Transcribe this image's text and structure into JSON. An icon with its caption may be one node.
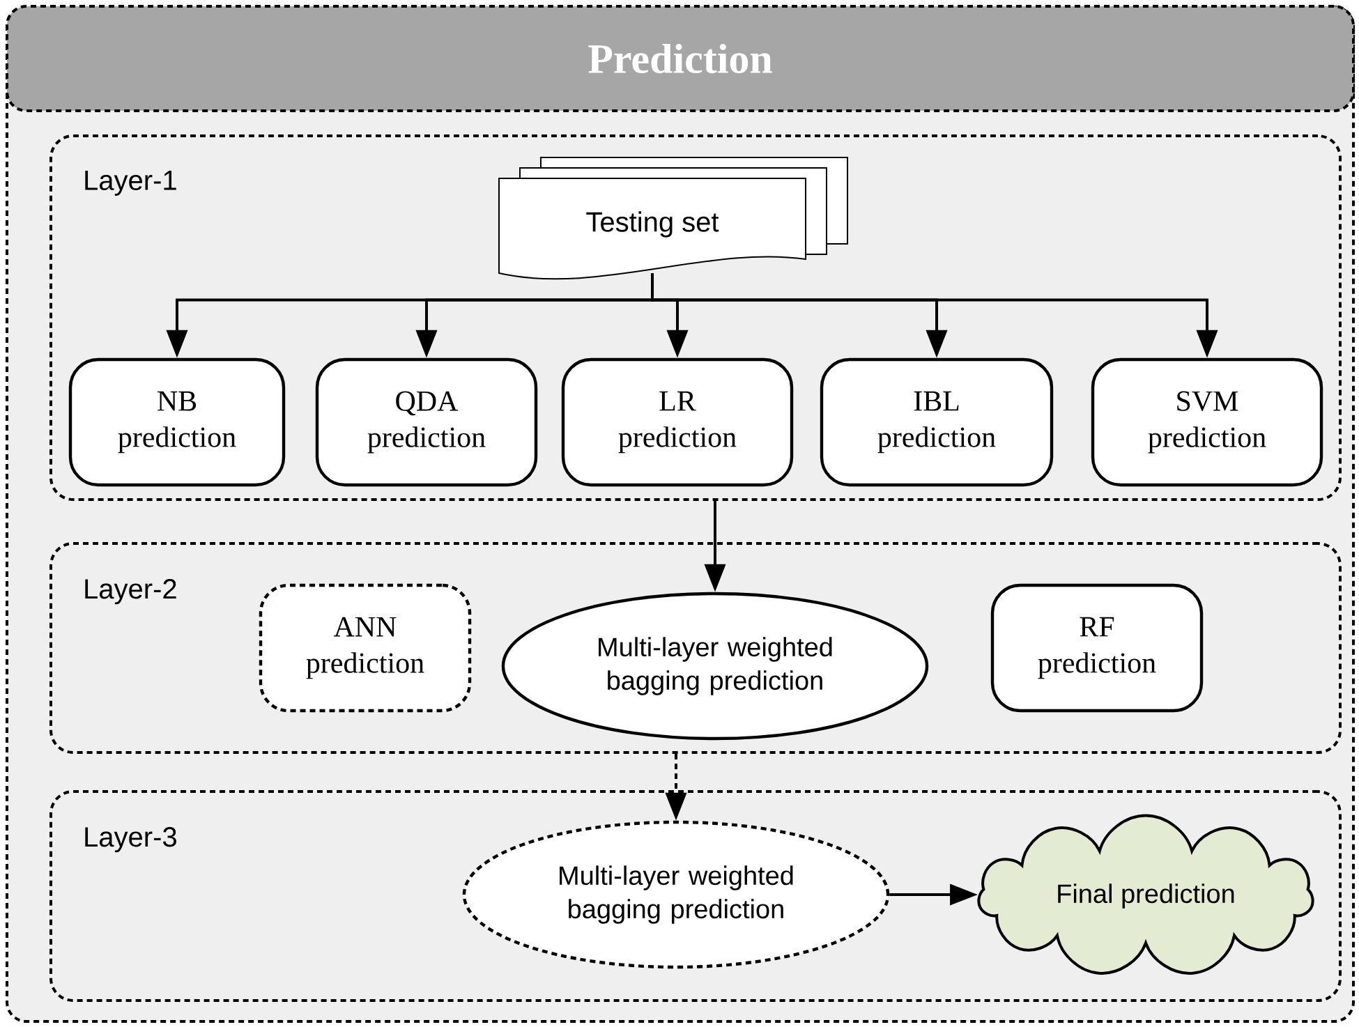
{
  "diagram": {
    "nodes": [
      {
        "text": [
          "Prediction"
        ]
      },
      {
        "text": [
          "Layer-1"
        ],
        "in": 0
      },
      {
        "text": [
          "Testing set"
        ],
        "in": 1
      },
      {
        "text": [
          "NB prediction"
        ],
        "in": 1
      },
      {
        "text": [
          "QDA prediction"
        ],
        "in": 1
      },
      {
        "text": [
          "LR prediction"
        ],
        "in": 1
      },
      {
        "text": [
          "IBL prediction"
        ],
        "in": 1
      },
      {
        "text": [
          "SVM prediction"
        ],
        "in": 1
      },
      {
        "text": [
          "Layer-2"
        ],
        "in": 0
      },
      {
        "text": [
          "ANN prediction"
        ],
        "in": 8
      },
      {
        "text": [
          "Multi-layer weighted bagging prediction"
        ],
        "in": 8
      },
      {
        "text": [
          "RF prediction"
        ],
        "in": 8
      },
      {
        "text": [
          "Layer-3"
        ],
        "in": 0
      },
      {
        "text": [
          "Multi-layer weighted bagging prediction"
        ],
        "in": 12
      },
      {
        "text": [
          "Final prediction"
        ],
        "in": 12
      }
    ],
    "edges": [
      {
        "from": 2,
        "to": 3,
        "arrow": "to"
      },
      {
        "from": 2,
        "to": 4,
        "arrow": "to"
      },
      {
        "from": 2,
        "to": 5,
        "arrow": "to"
      },
      {
        "from": 2,
        "to": 6,
        "arrow": "to"
      },
      {
        "from": 2,
        "to": 7,
        "arrow": "to"
      },
      {
        "from": 1,
        "to": 10,
        "arrow": "to"
      },
      {
        "from": 8,
        "to": 13,
        "arrow": "to",
        "style": "dashed"
      },
      {
        "from": 13,
        "to": 14,
        "arrow": "to"
      }
    ]
  }
}
